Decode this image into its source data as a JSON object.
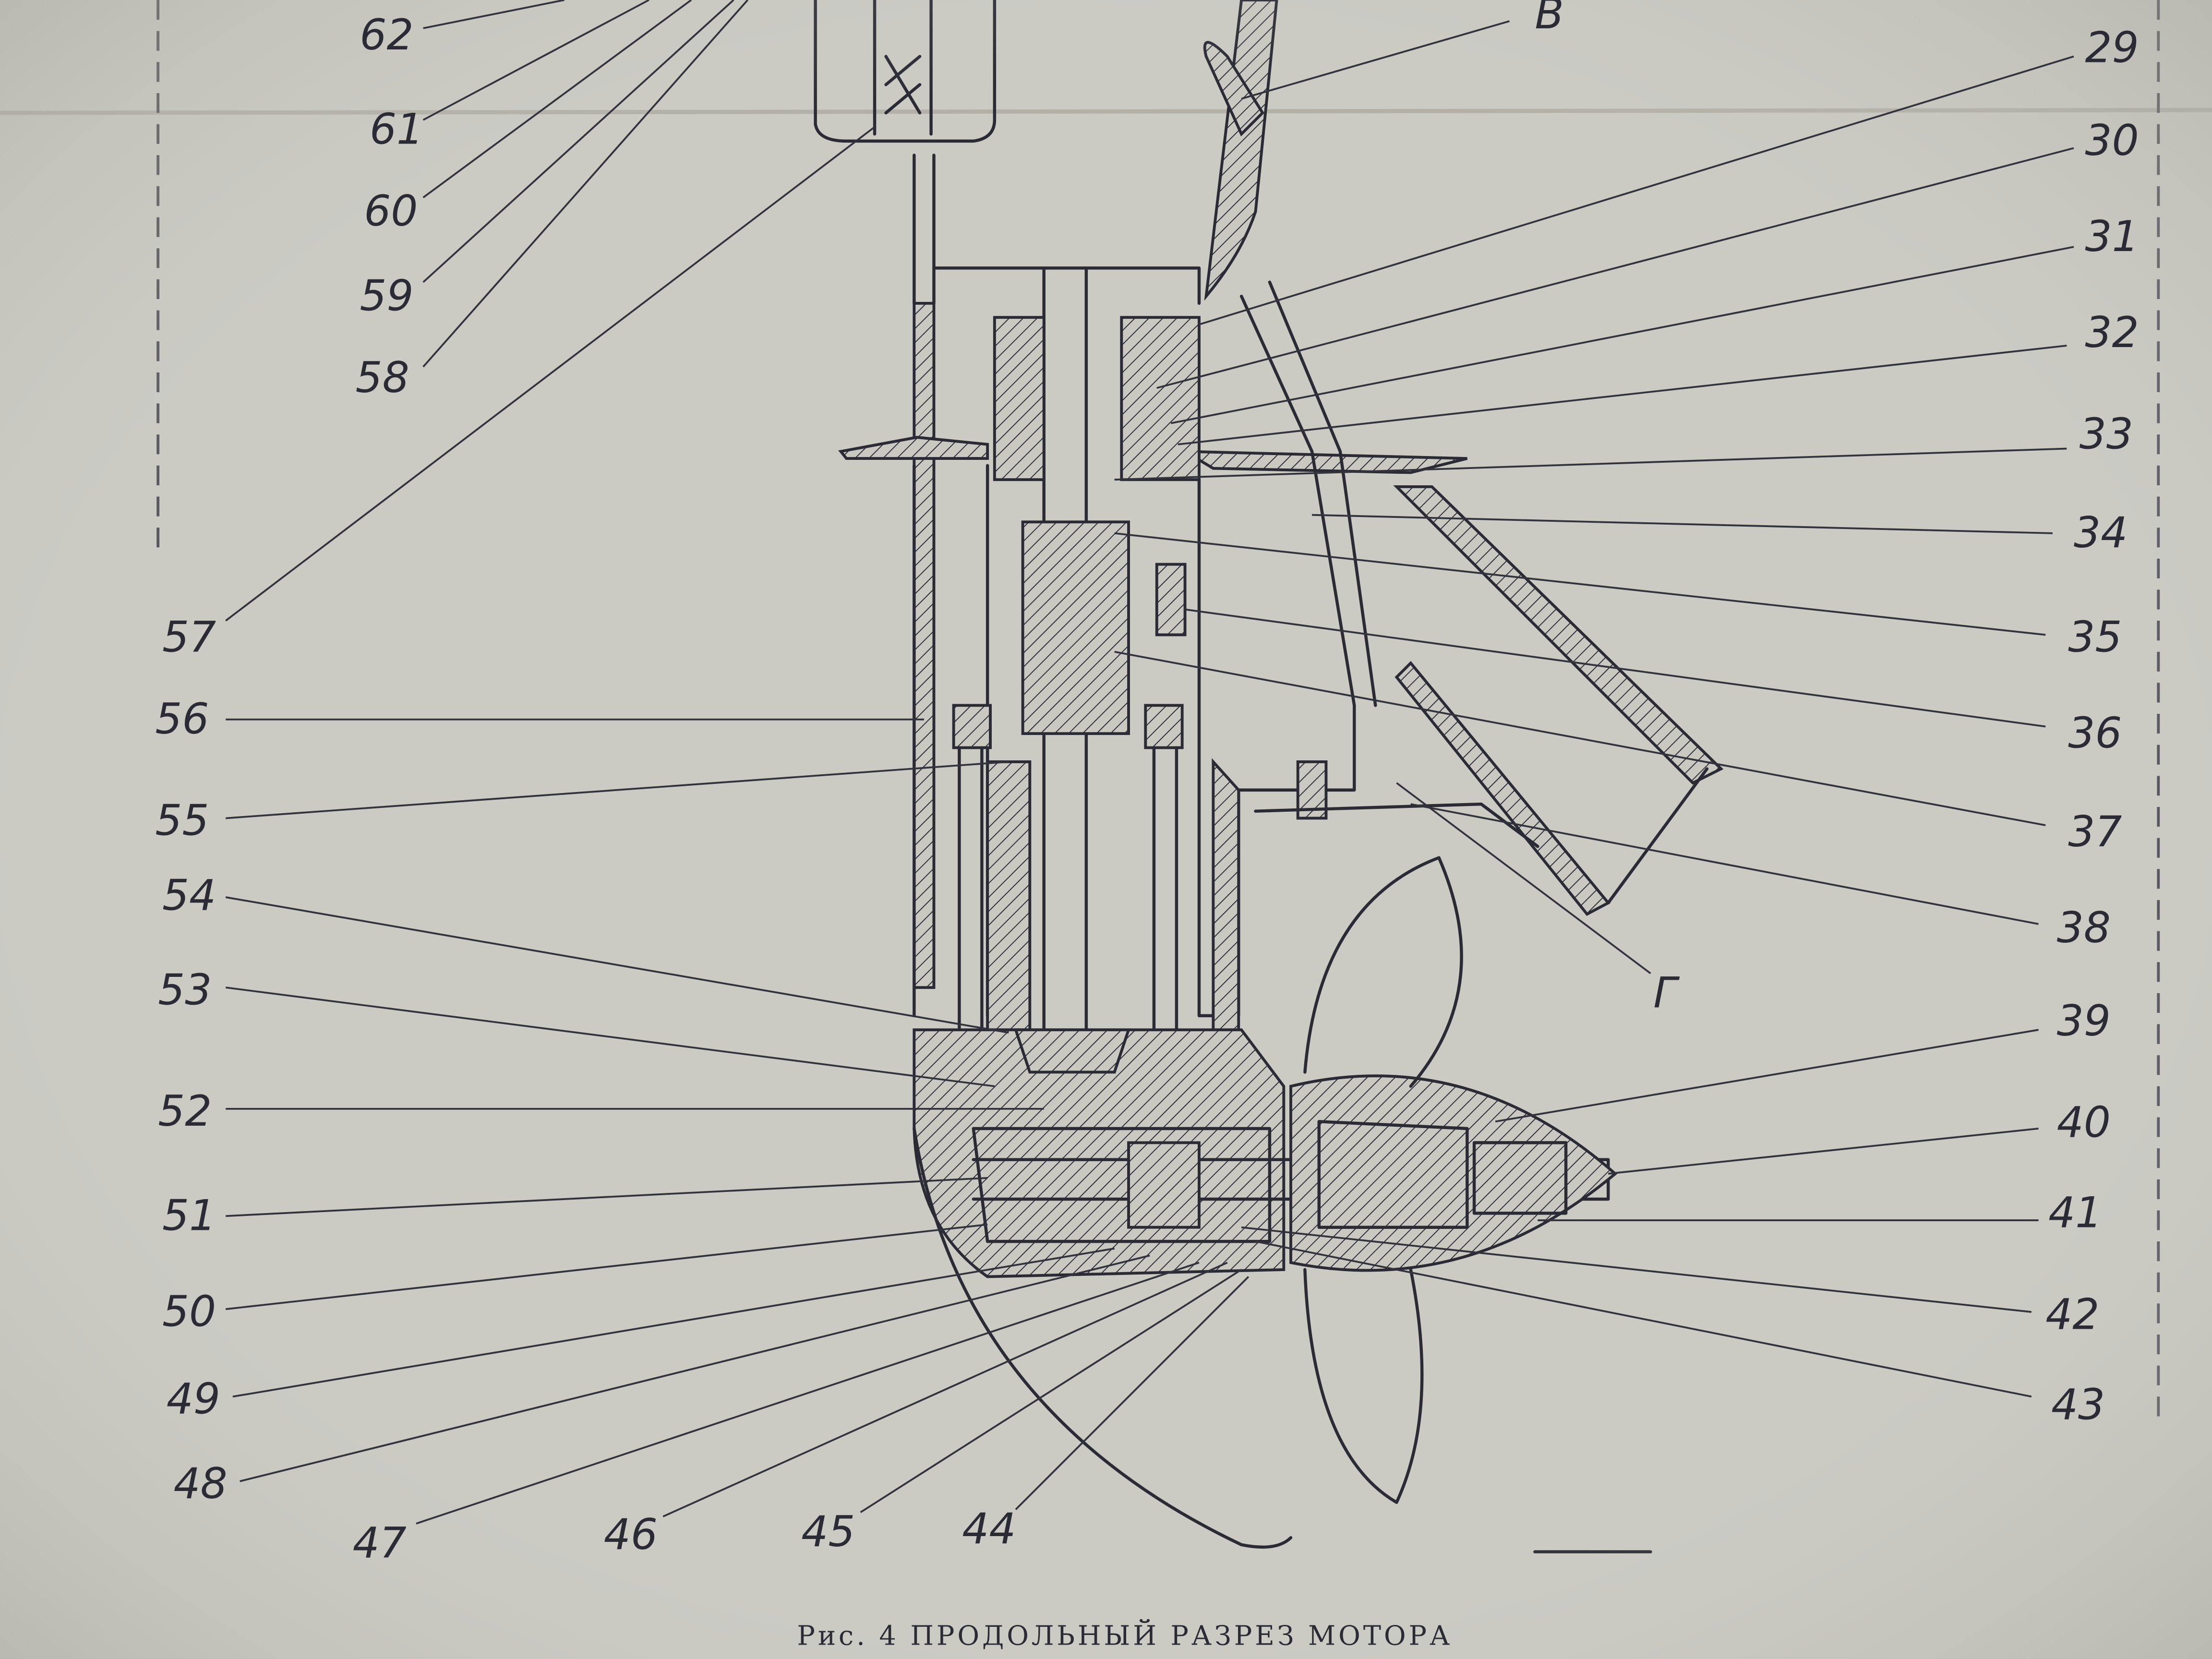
{
  "figure": {
    "caption": "Рис. 4  ПРОДОЛЬНЫЙ РАЗРЕЗ МОТОРА",
    "callouts_left": [
      "62",
      "61",
      "60",
      "59",
      "58",
      "57",
      "56",
      "55",
      "54",
      "53",
      "52",
      "51",
      "50",
      "49",
      "48",
      "47",
      "46",
      "45",
      "44"
    ],
    "callouts_right": [
      "29",
      "30",
      "31",
      "32",
      "33",
      "34",
      "35",
      "36",
      "37",
      "38",
      "39",
      "40",
      "41",
      "42",
      "43"
    ],
    "letter_marks": [
      "В",
      "Г"
    ]
  },
  "colors": {
    "paper": "#c9c9c2",
    "ink": "#2b2b36"
  }
}
